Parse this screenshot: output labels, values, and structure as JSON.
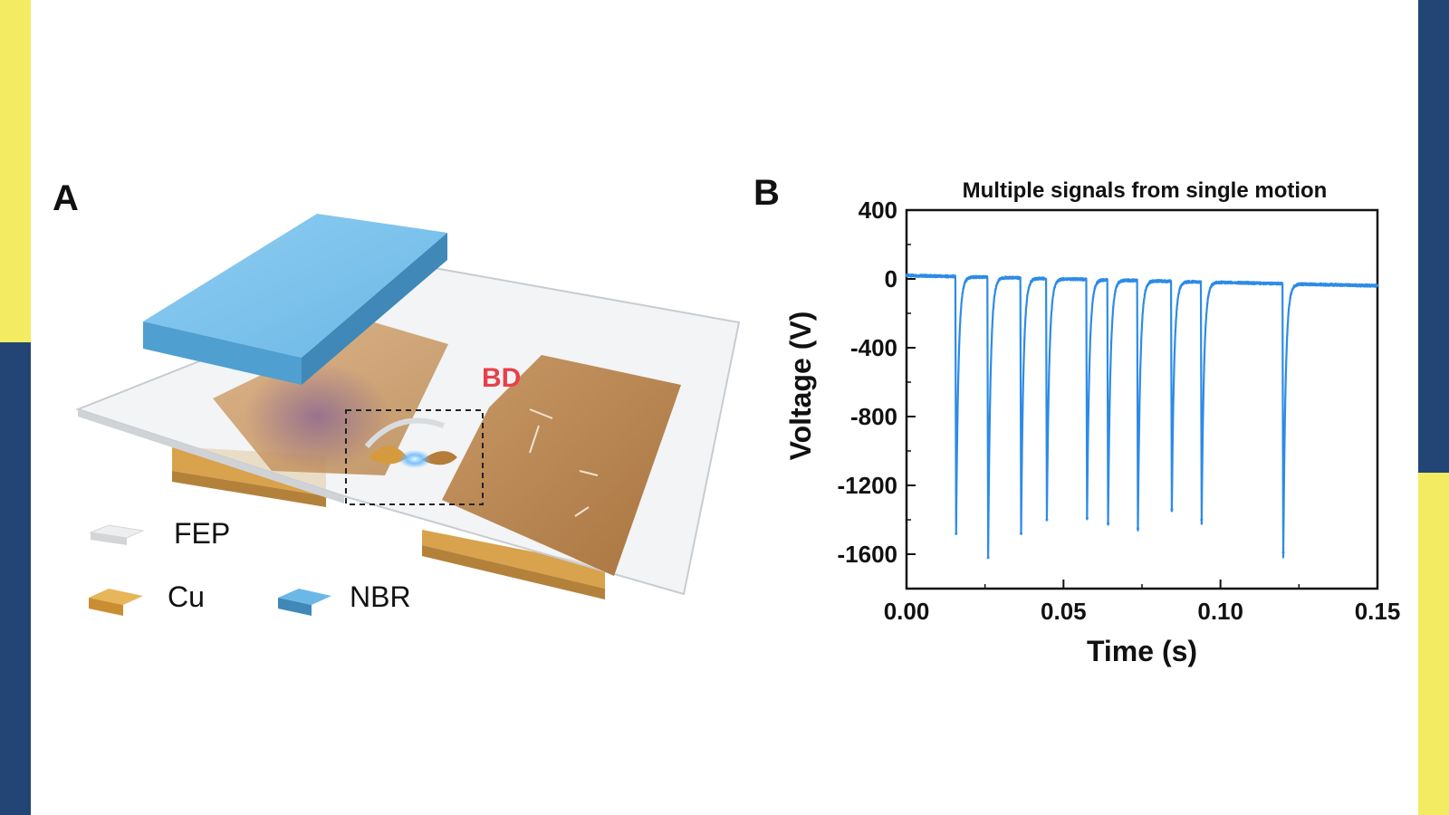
{
  "panel_a": {
    "label": "A",
    "callout": "BD",
    "legend": [
      {
        "name": "FEP",
        "color": "#e6e6e6"
      },
      {
        "name": "Cu",
        "color": "#e0a84a"
      },
      {
        "name": "NBR",
        "color": "#4f9fd0"
      }
    ]
  },
  "panel_b": {
    "label": "B"
  },
  "colors": {
    "side_yellow": "#f3ec62",
    "side_navy": "#234575",
    "series_blue": "#2d8be6",
    "callout_red": "#e8404a"
  },
  "chart_data": {
    "type": "line",
    "title": "Multiple signals from single motion",
    "xlabel": "Time (s)",
    "ylabel": "Voltage (V)",
    "xlim": [
      0.0,
      0.15
    ],
    "ylim": [
      -1800,
      400
    ],
    "xticks": [
      "0.00",
      "0.05",
      "0.10",
      "0.15"
    ],
    "xtick_values": [
      0.0,
      0.05,
      0.1,
      0.15
    ],
    "yticks": [
      "400",
      "0",
      "-400",
      "-800",
      "-1200",
      "-1600"
    ],
    "ytick_values": [
      400,
      0,
      -400,
      -800,
      -1200,
      -1600
    ],
    "grid": false,
    "baseline_start": 20,
    "baseline_end": -40,
    "series": [
      {
        "name": "",
        "color": "#2d8be6",
        "peaks": [
          {
            "t": 0.0158,
            "v": -1480
          },
          {
            "t": 0.026,
            "v": -1620
          },
          {
            "t": 0.0365,
            "v": -1480
          },
          {
            "t": 0.0447,
            "v": -1400
          },
          {
            "t": 0.0575,
            "v": -1390
          },
          {
            "t": 0.0642,
            "v": -1420
          },
          {
            "t": 0.0737,
            "v": -1450
          },
          {
            "t": 0.0845,
            "v": -1340
          },
          {
            "t": 0.094,
            "v": -1400
          },
          {
            "t": 0.12,
            "v": -1590
          }
        ]
      }
    ]
  }
}
